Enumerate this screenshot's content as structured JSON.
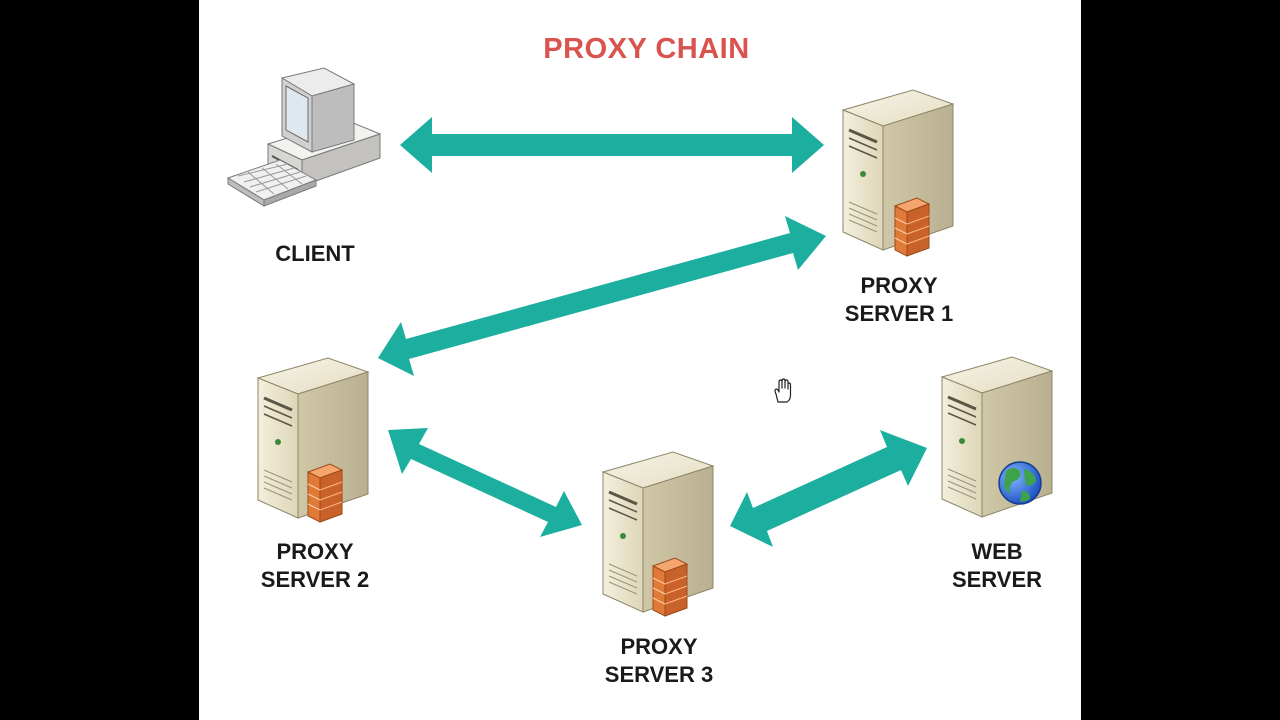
{
  "title": "PROXY CHAIN",
  "colors": {
    "title": "#d9534f",
    "arrow": "#1cae9e",
    "server_body": "#e6e0c6",
    "firewall": "#e07a38",
    "background": "#ffffff",
    "frame": "#000000"
  },
  "nodes": {
    "client": {
      "label_1": "CLIENT",
      "icon": "desktop-computer-icon"
    },
    "proxy1": {
      "label_1": "PROXY",
      "label_2": "SERVER 1",
      "icon": "server-firewall-icon"
    },
    "proxy2": {
      "label_1": "PROXY",
      "label_2": "SERVER 2",
      "icon": "server-firewall-icon"
    },
    "proxy3": {
      "label_1": "PROXY",
      "label_2": "SERVER 3",
      "icon": "server-firewall-icon"
    },
    "web": {
      "label_1": "WEB",
      "label_2": "SERVER",
      "icon": "server-globe-icon"
    }
  },
  "connections": [
    {
      "from": "CLIENT",
      "to": "PROXY SERVER 1",
      "direction": "bidirectional"
    },
    {
      "from": "PROXY SERVER 1",
      "to": "PROXY SERVER 2",
      "direction": "bidirectional"
    },
    {
      "from": "PROXY SERVER 2",
      "to": "PROXY SERVER 3",
      "direction": "bidirectional"
    },
    {
      "from": "PROXY SERVER 3",
      "to": "WEB SERVER",
      "direction": "bidirectional"
    }
  ],
  "cursor": "hand-pointer-icon"
}
